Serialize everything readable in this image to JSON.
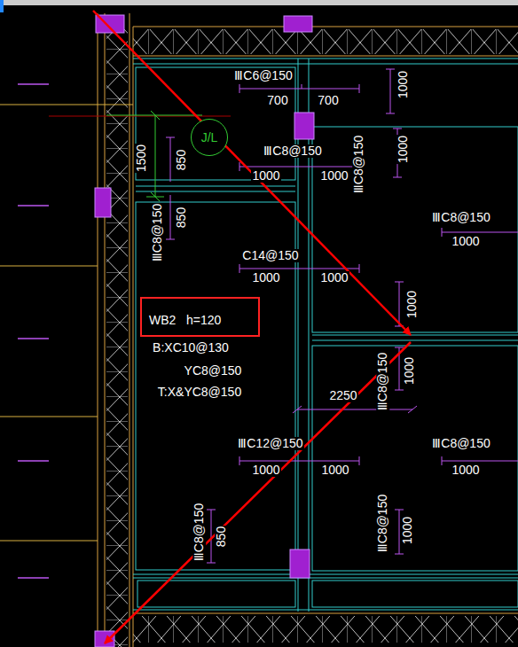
{
  "diagram": {
    "nodes": [
      {
        "text": [
          "J/L"
        ]
      },
      {
        "text": [
          "WB2   h=120"
        ]
      }
    ],
    "labels": [
      "ⅢC6@150",
      "700",
      "700",
      "1000",
      "ⅢC8@150",
      "1000",
      "1000",
      "ⅢC8@150",
      "1000",
      "ⅢC8@150",
      "1000",
      "1500",
      "850",
      "850",
      "ⅢC8@150",
      "C14@150",
      "1000",
      "1000",
      "1000",
      "B:XC10@130",
      "YC8@150",
      "T:X&YC8@150",
      "2250",
      "ⅢC8@150",
      "1000",
      "ⅢC12@150",
      "1000",
      "1000",
      "ⅢC8@150",
      "1000",
      "ⅢC8@150",
      "850",
      "ⅢC8@150",
      "1000"
    ]
  }
}
